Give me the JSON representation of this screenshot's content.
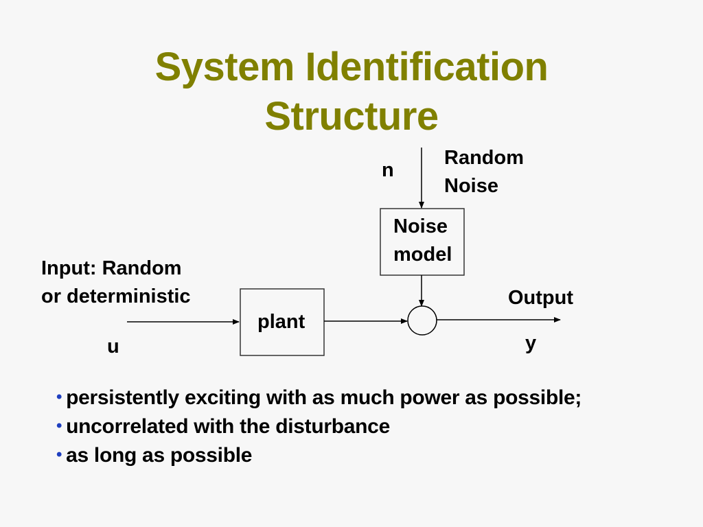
{
  "title": {
    "line1": "System Identification",
    "line2": "Structure",
    "color": "#808000"
  },
  "diagram": {
    "noise_symbol": "n",
    "noise_label_line1": "Random",
    "noise_label_line2": "Noise",
    "noise_model_line1": "Noise",
    "noise_model_line2": "model",
    "input_label_line1": "Input: Random",
    "input_label_line2": "or deterministic",
    "input_symbol": "u",
    "plant_label": "plant",
    "output_label": "Output",
    "output_symbol": "y",
    "summing_junction": "summing-junction"
  },
  "bullets": [
    {
      "marker": "•",
      "text": "persistently exciting with as much power as possible;"
    },
    {
      "marker": "•",
      "text": "uncorrelated with the disturbance"
    },
    {
      "marker": "•",
      "text": "as long as possible"
    }
  ],
  "colors": {
    "bullet": "#1f3fbf",
    "background": "#f7f7f7"
  }
}
